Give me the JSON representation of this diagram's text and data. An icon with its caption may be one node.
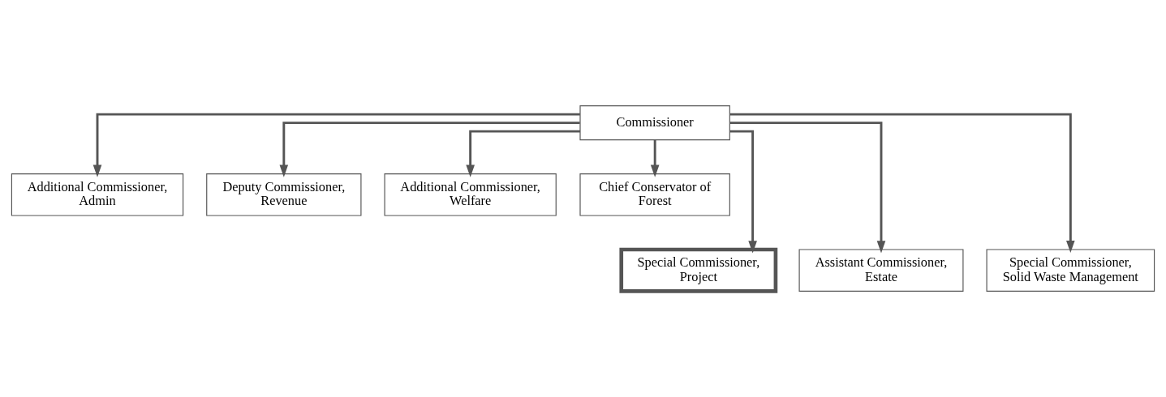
{
  "diagram": {
    "nodes": [
      {
        "text": [
          "Commissioner"
        ]
      },
      {
        "text": [
          "Additional Commissioner, Admin"
        ]
      },
      {
        "text": [
          "Deputy Commissioner, Revenue"
        ]
      },
      {
        "text": [
          "Additional Commissioner, Welfare"
        ]
      },
      {
        "text": [
          "Chief Conservator of Forest"
        ]
      },
      {
        "text": [
          "Special Commissioner, Project"
        ]
      },
      {
        "text": [
          "Assistant Commissioner, Estate"
        ]
      },
      {
        "text": [
          "Special Commissioner, Solid Waste Management"
        ]
      }
    ],
    "edges": [
      {
        "from": 0,
        "to": 1,
        "arrow": "to"
      },
      {
        "from": 0,
        "to": 2,
        "arrow": "to"
      },
      {
        "from": 0,
        "to": 3,
        "arrow": "to"
      },
      {
        "from": 0,
        "to": 4,
        "arrow": "to"
      },
      {
        "from": 0,
        "to": 5,
        "arrow": "to"
      },
      {
        "from": 0,
        "to": 6,
        "arrow": "to"
      },
      {
        "from": 0,
        "to": 7,
        "arrow": "to"
      }
    ]
  }
}
